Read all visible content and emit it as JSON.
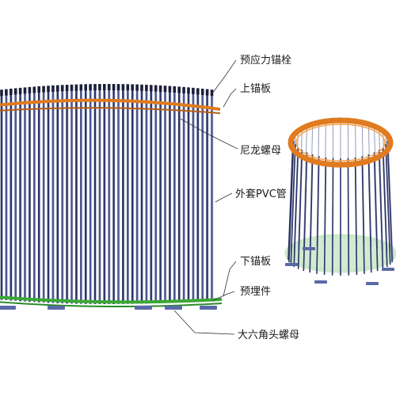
{
  "labels": {
    "prestressed_anchor_bolt": "预应力锚栓",
    "upper_anchor_plate": "上锚板",
    "nylon_nut": "尼龙螺母",
    "pvc_sleeve": "外套PVC管",
    "lower_anchor_plate": "下锚板",
    "embedded_part": "预埋件",
    "hex_nut": "大六角头螺母"
  },
  "colors": {
    "rod_dark": "#2b3566",
    "rod_light": "#9aa0c4",
    "upper_ring": "#e07b1f",
    "lower_ring": "#3aa835",
    "foot_pad": "#5a6aa8",
    "bolt_top": "#1b1f3a"
  }
}
